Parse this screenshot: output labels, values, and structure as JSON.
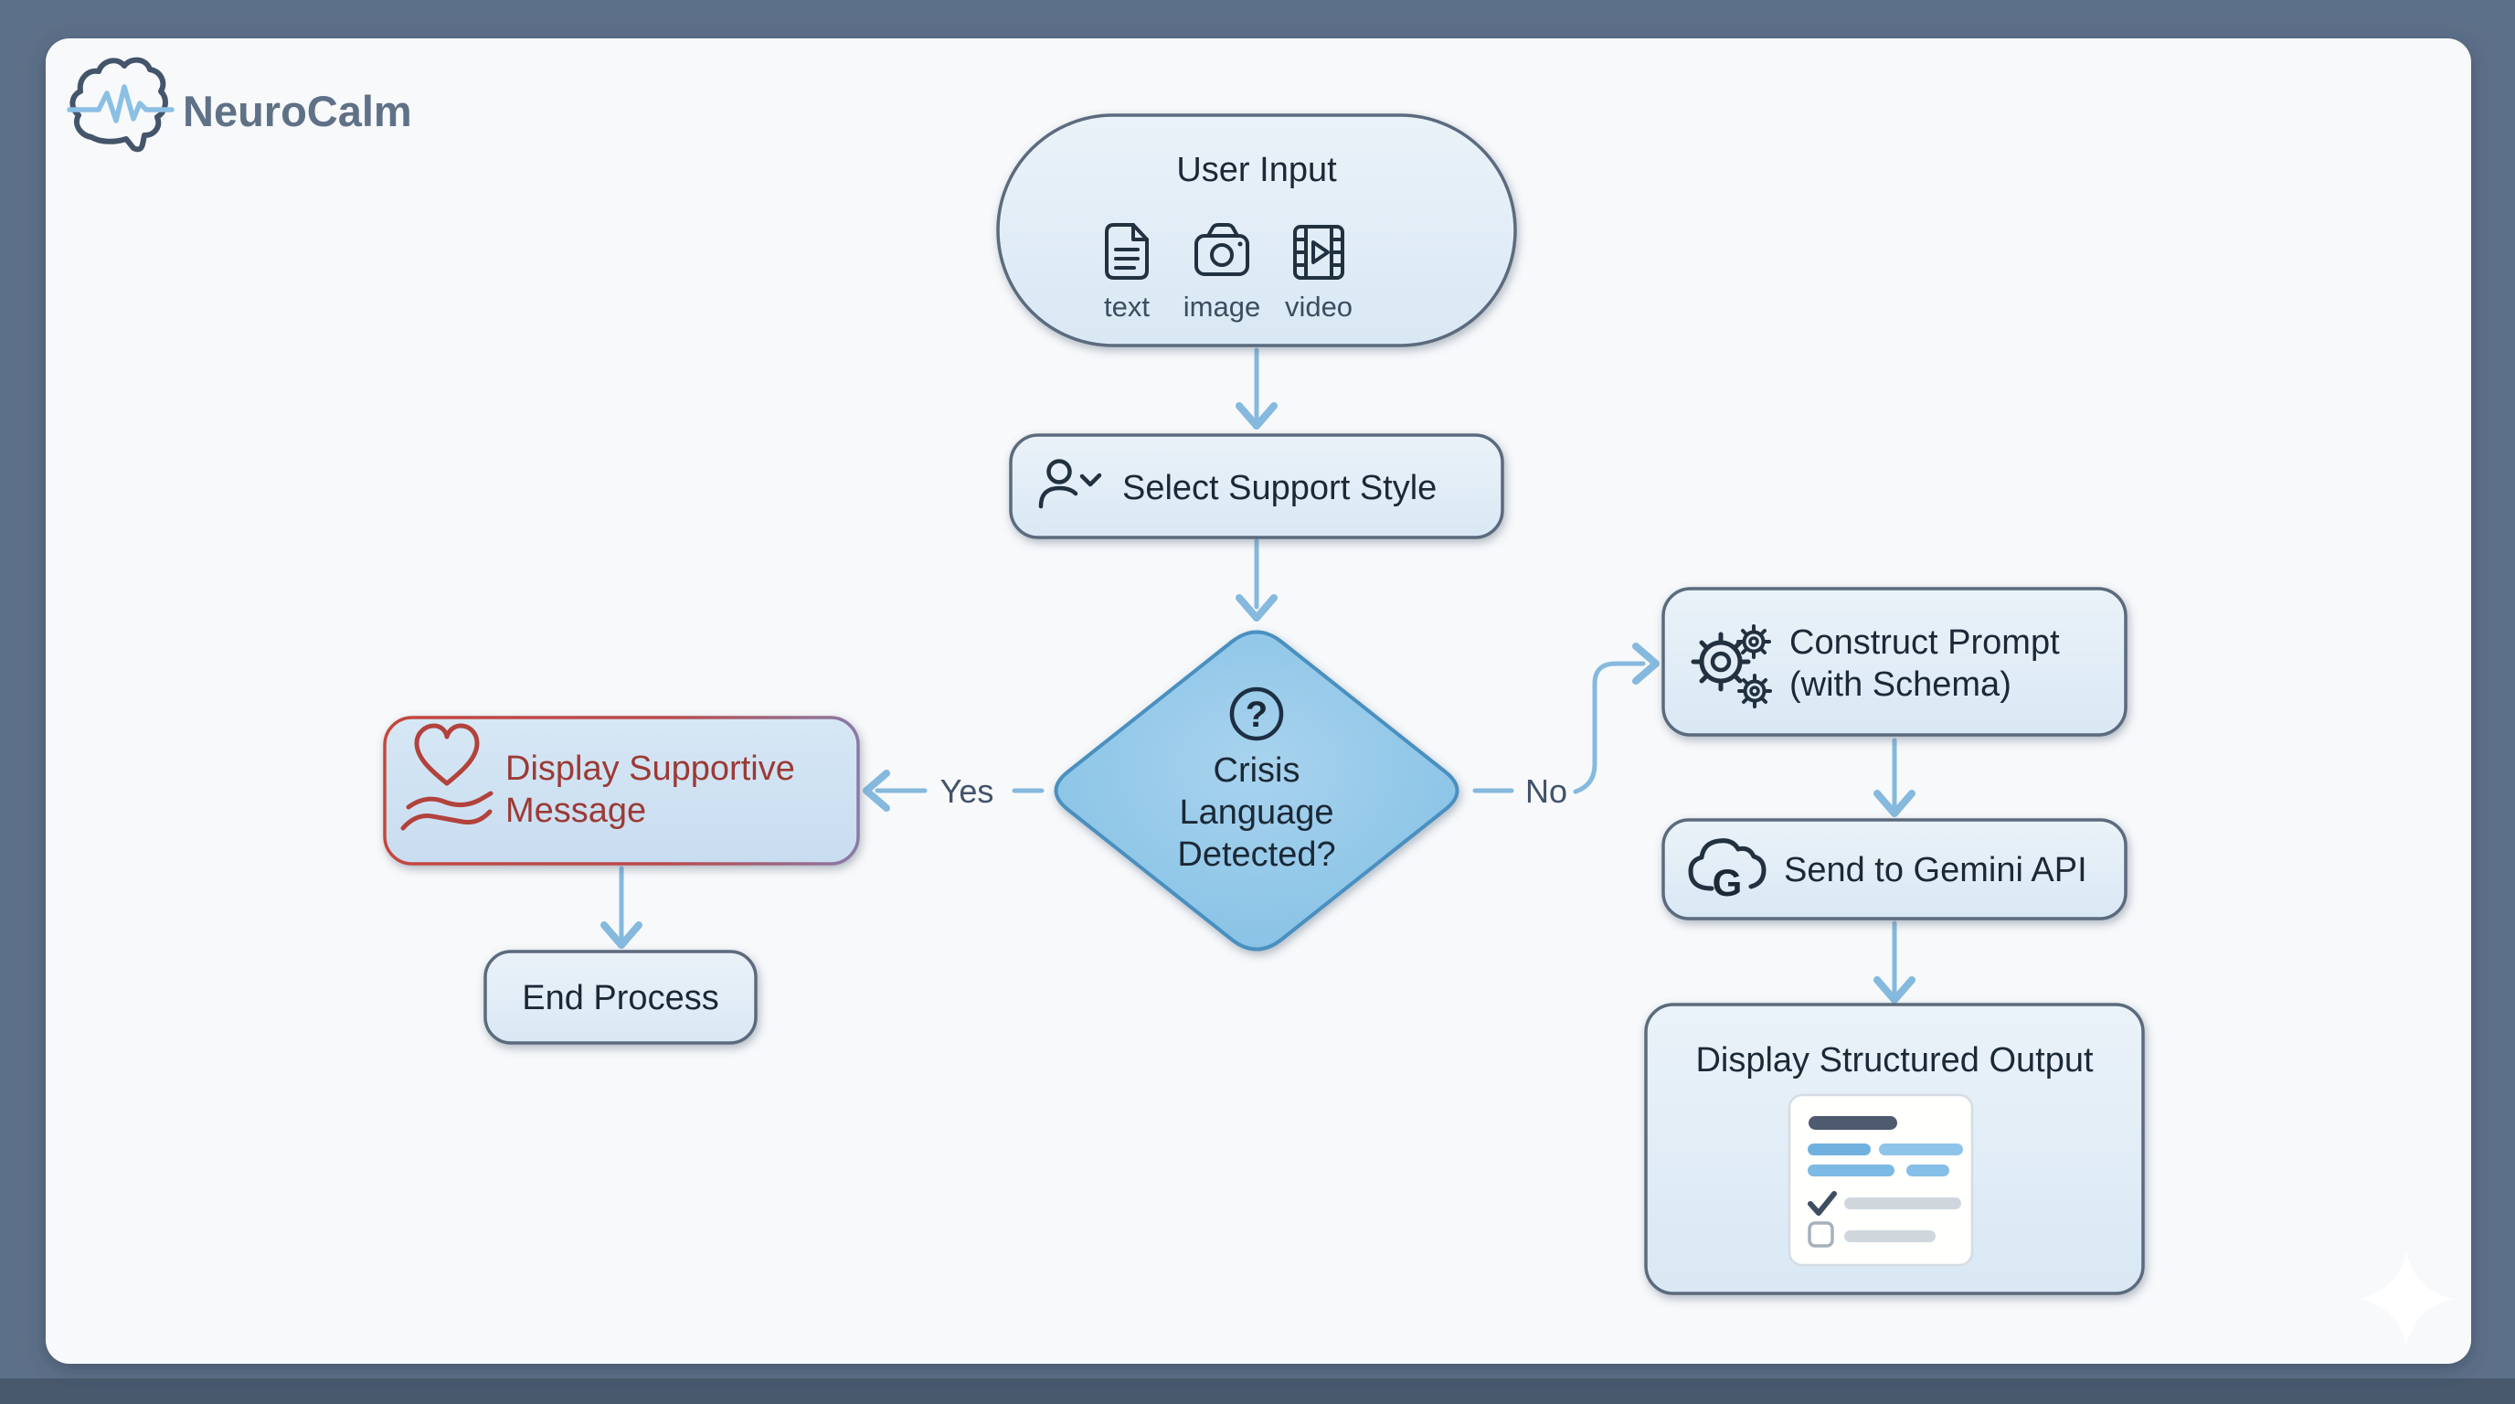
{
  "brand": {
    "name": "NeuroCalm",
    "logo_icon": "brain-pulse-icon"
  },
  "nodes": {
    "user_input": {
      "title": "User Input",
      "inputs": [
        {
          "icon": "document-text-icon",
          "label": "text"
        },
        {
          "icon": "camera-icon",
          "label": "image"
        },
        {
          "icon": "film-icon",
          "label": "video"
        }
      ]
    },
    "select_style": {
      "icon": "user-dropdown-icon",
      "label": "Select Support Style"
    },
    "decision": {
      "icon": "question-circle-icon",
      "mark": "?",
      "lines": [
        "Crisis",
        "Language",
        "Detected?"
      ]
    },
    "supportive": {
      "icon": "heart-hand-icon",
      "lines": [
        "Display Supportive",
        "Message"
      ]
    },
    "end_process": {
      "label": "End Process"
    },
    "construct_prompt": {
      "icon": "gears-icon",
      "lines": [
        "Construct Prompt",
        "(with Schema)"
      ]
    },
    "gemini": {
      "icon": "cloud-g-icon",
      "cloud_letter": "G",
      "label": "Send to Gemini API"
    },
    "structured_output": {
      "title": "Display Structured Output",
      "preview_icon": "structured-list-icon"
    }
  },
  "connectors": {
    "yes_label": "Yes",
    "no_label": "No"
  },
  "colors": {
    "frame_bg": "#5d7089",
    "frame_bottom": "#48596e",
    "canvas_bg": "#f7f9fb",
    "node_border": "#5b6b7d",
    "node_fill_top": "#eaf2f9",
    "node_fill_bottom": "#d9e8f4",
    "diamond_fill": "#8dc6e9",
    "diamond_border": "#4a90c0",
    "arrow": "#85b9de",
    "alert_border": "#c4463e",
    "alert_text": "#9c3a35",
    "text_primary": "#1b2836",
    "brand_text": "#5f7186",
    "pulse_blue": "#8bc0e4"
  }
}
